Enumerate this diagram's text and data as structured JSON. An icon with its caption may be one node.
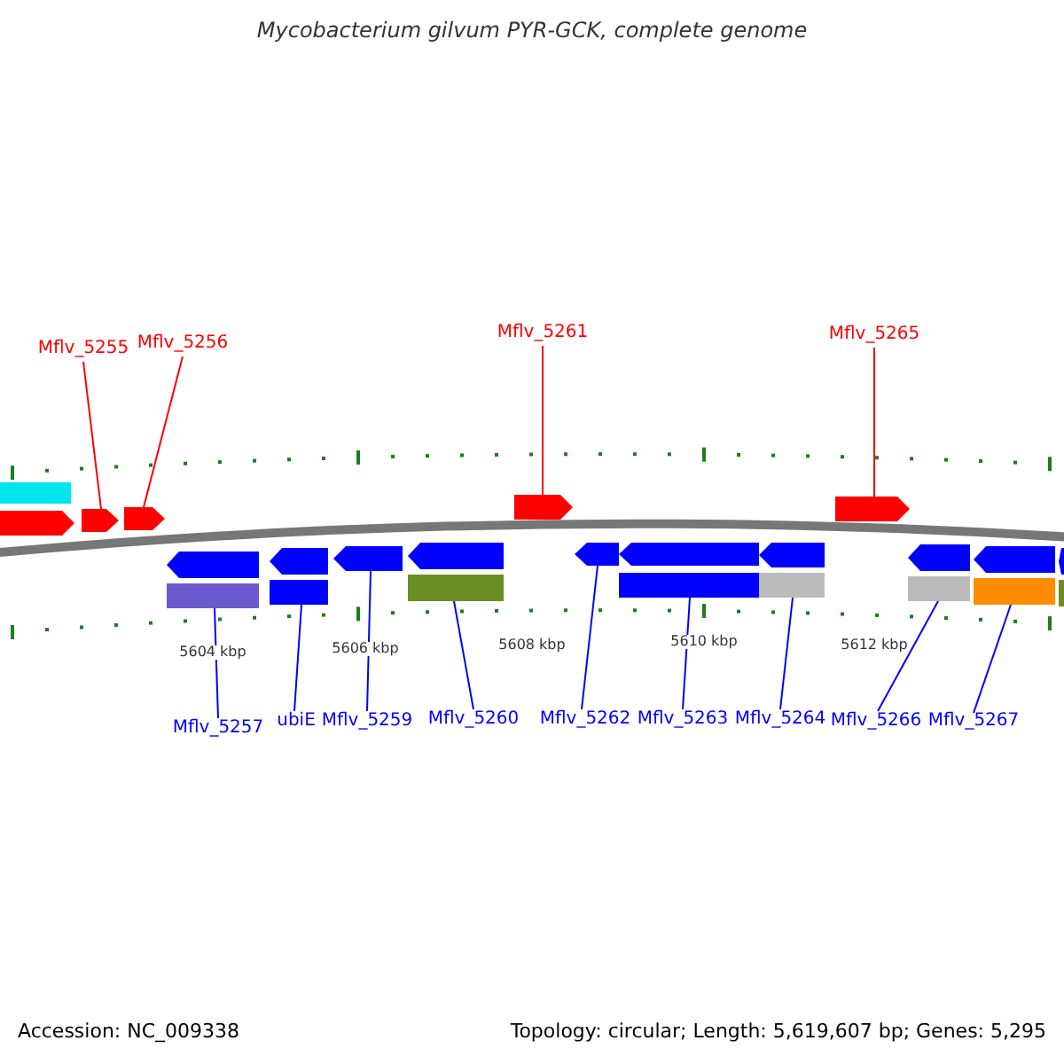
{
  "diagram": {
    "title": "Mycobacterium gilvum PYR-GCK, complete genome",
    "nodes": [
      {
        "text": [
          "Mflv_5255"
        ]
      },
      {
        "text": [
          "Mflv_5256"
        ]
      },
      {
        "text": [
          "Mflv_5261"
        ]
      },
      {
        "text": [
          "Mflv_5265"
        ]
      },
      {
        "text": [
          "Mflv_5257"
        ]
      },
      {
        "text": [
          "ubiE"
        ]
      },
      {
        "text": [
          "Mflv_5259"
        ]
      },
      {
        "text": [
          "Mflv_5260"
        ]
      },
      {
        "text": [
          "Mflv_5262"
        ]
      },
      {
        "text": [
          "Mflv_5263"
        ]
      },
      {
        "text": [
          "Mflv_5264"
        ]
      },
      {
        "text": [
          "Mflv_5266"
        ]
      },
      {
        "text": [
          "Mflv_5267"
        ]
      },
      {
        "text": [],
        "shape": "bar"
      },
      {
        "text": [],
        "shape": "pentagon"
      },
      {
        "text": [],
        "shape": "pentagon"
      },
      {
        "text": [],
        "shape": "pentagon"
      },
      {
        "text": [],
        "shape": "pentagon"
      },
      {
        "text": [],
        "shape": "pentagon"
      },
      {
        "text": [],
        "shape": "pentagon"
      },
      {
        "text": [],
        "shape": "pentagon"
      },
      {
        "text": [],
        "shape": "pentagon"
      },
      {
        "text": [],
        "shape": "pentagon"
      },
      {
        "text": [],
        "shape": "pentagon"
      },
      {
        "text": [],
        "shape": "pentagon"
      },
      {
        "text": [],
        "shape": "pentagon"
      },
      {
        "text": [],
        "shape": "pentagon"
      },
      {
        "text": [],
        "shape": "pentagon"
      },
      {
        "text": [],
        "shape": "pentagon"
      }
    ],
    "edges": [
      {
        "from": 0,
        "to": 15,
        "arrow": "none",
        "color": "#ff0000"
      },
      {
        "from": 1,
        "to": 16,
        "arrow": "none",
        "color": "#ff0000"
      },
      {
        "from": 2,
        "to": 17,
        "arrow": "none",
        "color": "#ff0000"
      },
      {
        "from": 3,
        "to": 18,
        "arrow": "none",
        "color": "#ff0000"
      },
      {
        "from": 4,
        "to": 19,
        "arrow": "none"
      },
      {
        "from": 5,
        "to": 20,
        "arrow": "none"
      },
      {
        "from": 6,
        "to": 21,
        "arrow": "none"
      },
      {
        "from": 7,
        "to": 22,
        "arrow": "none"
      },
      {
        "from": 8,
        "to": 23,
        "arrow": "none"
      },
      {
        "from": 9,
        "to": 24,
        "arrow": "none"
      },
      {
        "from": 10,
        "to": 25,
        "arrow": "none"
      },
      {
        "from": 11,
        "to": 26,
        "arrow": "none"
      },
      {
        "from": 12,
        "to": 27,
        "arrow": "none"
      }
    ],
    "labels": [
      "5604 kbp",
      "5606 kbp",
      "5608 kbp",
      "5610 kbp",
      "5612 kbp",
      "Accession: NC_009338",
      "Topology: circular; Length: 5,619,607 bp; Genes: 5,295"
    ]
  }
}
